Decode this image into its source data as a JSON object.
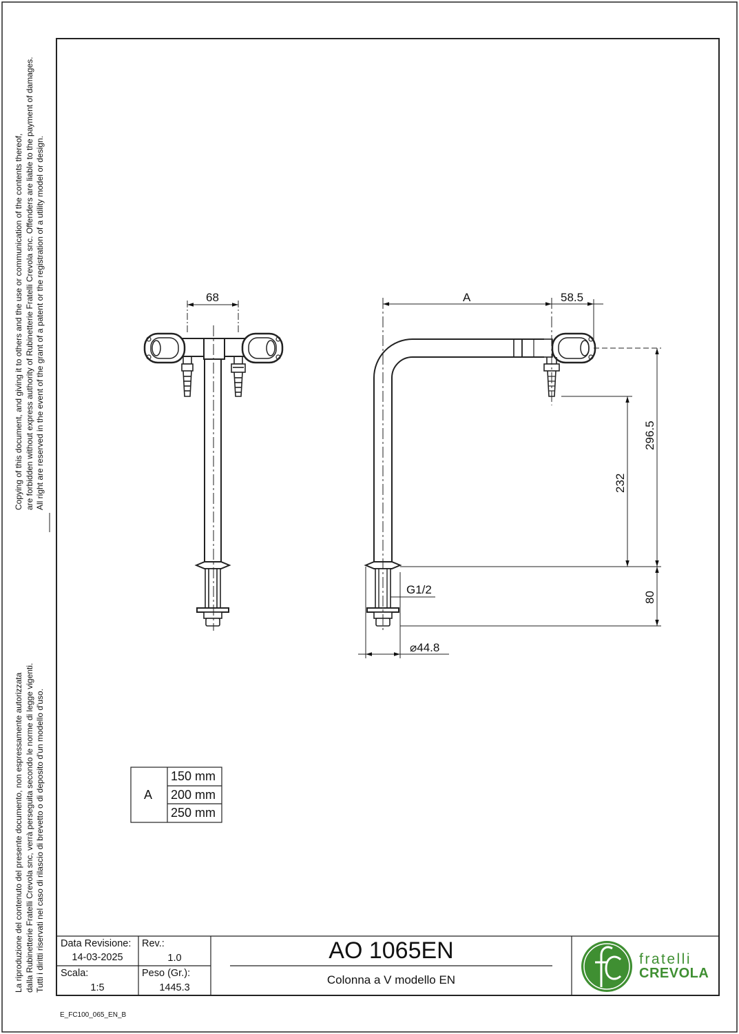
{
  "legal_notes": {
    "english": [
      "Copying of this document, and giving it to others and the use or communication of the contents thereof,",
      "are forbidden without express authority of Rubinetterie Fratelli Crevola snc. Offenders are liable to the payment of damages.",
      "All right are reserved in the event of the grant of a patent or the registration of a utility model or design."
    ],
    "italian": [
      "La riproduzione del contenuto del presente documento, non espressamente autorizzata",
      "dalla Rubinetterie Fratelli Crevola snc, verrà perseguita secondo le norme di legge vigenti.",
      "Tutti i diritti riservati nel caso di rilascio di brevetto o di deposito d'un modello d'uso."
    ]
  },
  "dimensions": {
    "front_width": "68",
    "side_length": "A",
    "side_offset": "58.5",
    "height_total": "296.5",
    "height_outlet": "232",
    "shank_length": "80",
    "thread": "G1/2",
    "base_diameter": "44.8",
    "diameter_symbol": "⌀"
  },
  "variants_table": {
    "label": "A",
    "rows": [
      "150 mm",
      "200 mm",
      "250 mm"
    ]
  },
  "title_block": {
    "revision_date_label": "Data Revisione:",
    "revision_date": "14-03-2025",
    "rev_label": "Rev.:",
    "rev": "1.0",
    "scale_label": "Scala:",
    "scale": "1:5",
    "weight_label": "Peso (Gr.):",
    "weight": "1445.3",
    "code": "AO 1065EN",
    "description": "Colonna a V modello EN",
    "brand_line1": "fratelli",
    "brand_line2": "CREVOLA",
    "brand_color": "#3f8f32",
    "logo_icon": "fc-logo-icon"
  },
  "document_ref": "E_FC100_065_EN_B"
}
